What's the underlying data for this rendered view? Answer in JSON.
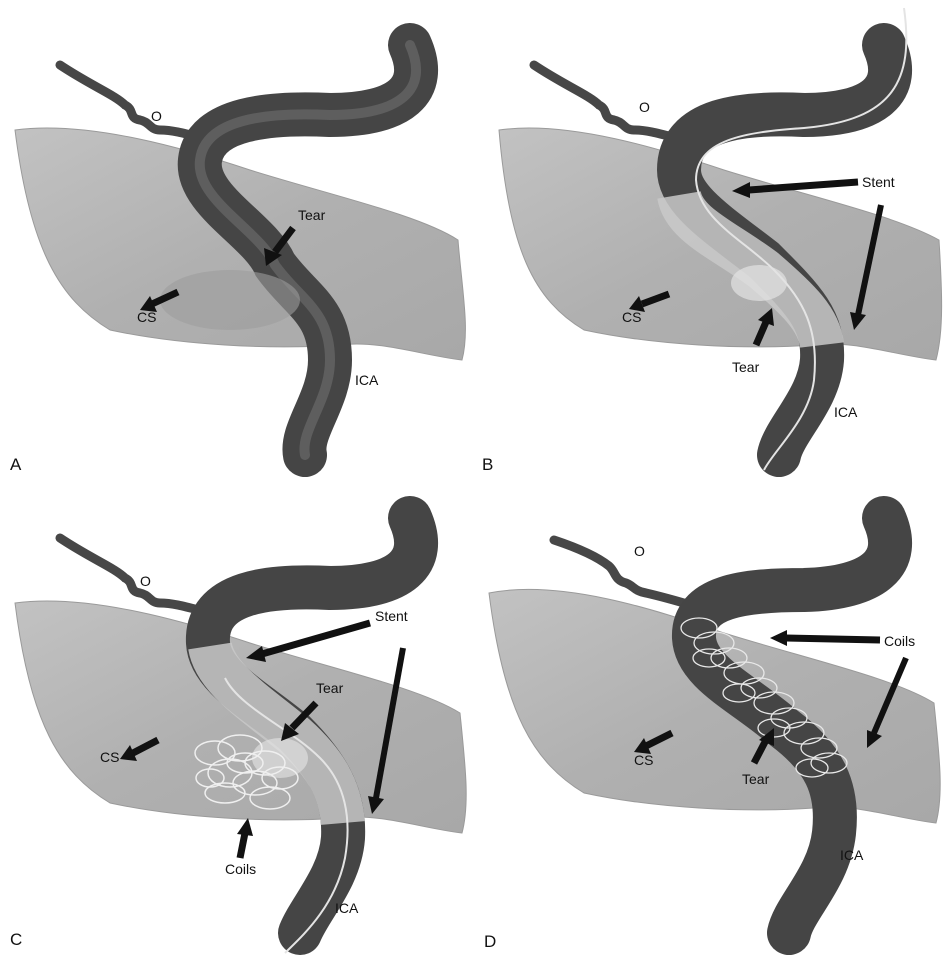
{
  "figure": {
    "panels": [
      {
        "letter": "A",
        "labels": {
          "o": "O",
          "tear": "Tear",
          "cs": "CS",
          "ica": "ICA"
        }
      },
      {
        "letter": "B",
        "labels": {
          "o": "O",
          "stent": "Stent",
          "cs": "CS",
          "tear": "Tear",
          "ica": "ICA"
        }
      },
      {
        "letter": "C",
        "labels": {
          "o": "O",
          "stent": "Stent",
          "tear": "Tear",
          "cs": "CS",
          "coils": "Coils",
          "ica": "ICA"
        }
      },
      {
        "letter": "D",
        "labels": {
          "o": "O",
          "coils": "Coils",
          "cs": "CS",
          "tear": "Tear",
          "ica": "ICA"
        }
      }
    ],
    "colors": {
      "sinus": "#b4b4b4",
      "artery": "#4a4a4a",
      "artery_highlight": "#7a7a7a",
      "stent": "#c8c8c8",
      "coils": "#ececec",
      "arrow": "#111111"
    }
  }
}
